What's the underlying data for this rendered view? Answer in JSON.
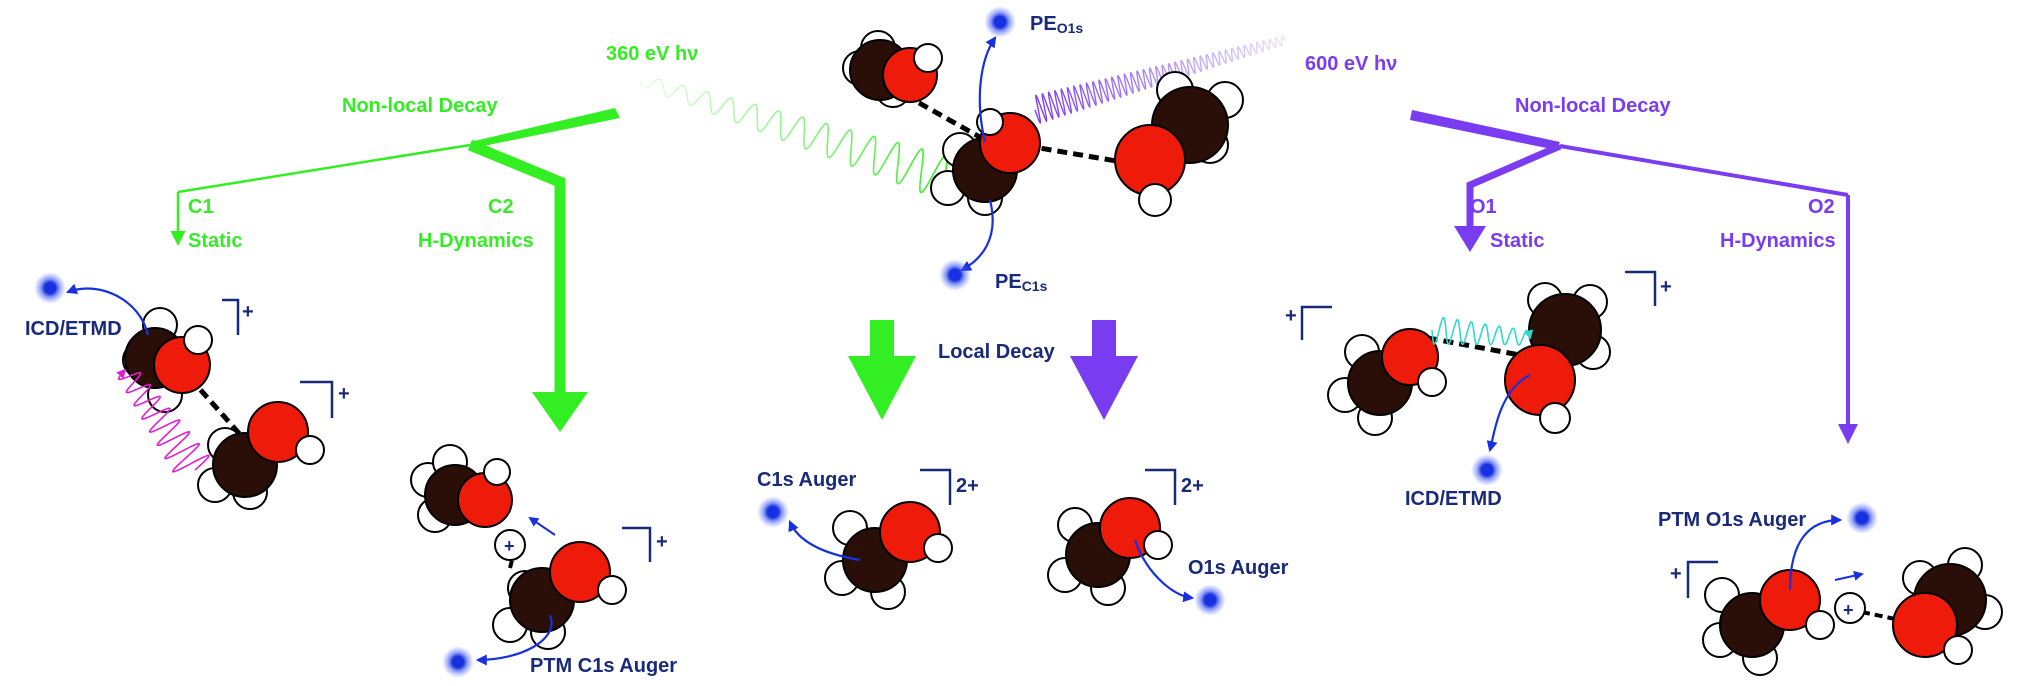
{
  "colors": {
    "green": "#33ee22",
    "purple": "#7a3cf0",
    "navy": "#1a2a7a",
    "electron": "#1730e0",
    "oxygen": "#ee1a0a",
    "carbon": "#2a0e08",
    "hydrogen": "#ffffff",
    "icd_wave_left": "#e020d0",
    "icd_wave_right": "#30d8d0"
  },
  "photon": {
    "low": "360 eV hν",
    "high": "600 eV hν"
  },
  "photoelectrons": {
    "o1s_prefix": "PE",
    "o1s_sub": "O1s",
    "c1s_prefix": "PE",
    "c1s_sub": "C1s"
  },
  "left_branch": {
    "title": "Non-local Decay",
    "c1_label": "C1",
    "c1_sub": "Static",
    "c2_label": "C2",
    "c2_sub": "H-Dynamics",
    "icd": "ICD/ETMD",
    "ptm_auger": "PTM C1s Auger"
  },
  "center": {
    "local_decay": "Local Decay",
    "c1s_auger": "C1s Auger",
    "o1s_auger": "O1s Auger"
  },
  "right_branch": {
    "title": "Non-local Decay",
    "o1_label": "O1",
    "o1_sub": "Static",
    "o2_label": "O2",
    "o2_sub": "H-Dynamics",
    "icd": "ICD/ETMD",
    "ptm_auger": "PTM O1s Auger"
  },
  "charges": {
    "single": "+",
    "double": "2+",
    "proton": "+"
  }
}
